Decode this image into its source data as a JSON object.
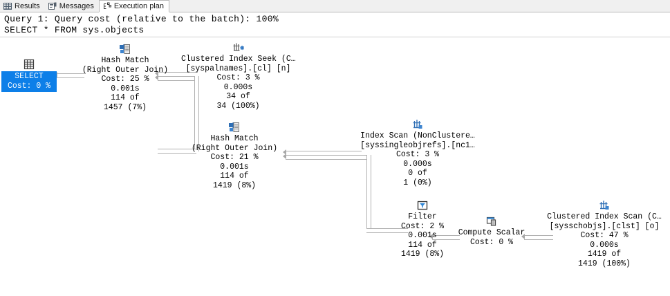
{
  "tabs": [
    {
      "label": "Results",
      "icon": "grid-icon",
      "active": false
    },
    {
      "label": "Messages",
      "icon": "messages-icon",
      "active": false
    },
    {
      "label": "Execution plan",
      "icon": "execution-plan-icon",
      "active": true
    }
  ],
  "query_header": {
    "line1": "Query 1: Query cost (relative to the batch): 100%",
    "line2": "SELECT * FROM sys.objects"
  },
  "colors": {
    "selection": "#0d7fe8",
    "connector": "#a8a8a8",
    "icon_blue": "#2f6fb5",
    "tab_bar": "#f0f0f0"
  },
  "nodes": {
    "select": {
      "icon": "select-result-icon",
      "title": "SELECT",
      "cost": "Cost: 0 %",
      "subtext": "",
      "rows_actual": "",
      "rows_estimated": "",
      "duration": "",
      "selected": true
    },
    "hash_match_1": {
      "icon": "hash-match-icon",
      "title": "Hash Match",
      "subtitle": "(Right Outer Join)",
      "cost": "Cost: 25 %",
      "duration": "0.001s",
      "rows_actual": "114 of",
      "rows_estimated": "1457 (7%)"
    },
    "clustered_index_seek": {
      "icon": "clustered-index-seek-icon",
      "title": "Clustered Index Seek (C…",
      "subtitle": "[syspalnames].[cl] [n]",
      "cost": "Cost: 3 %",
      "duration": "0.000s",
      "rows_actual": "34 of",
      "rows_estimated": "34 (100%)"
    },
    "hash_match_2": {
      "icon": "hash-match-icon",
      "title": "Hash Match",
      "subtitle": "(Right Outer Join)",
      "cost": "Cost: 21 %",
      "duration": "0.001s",
      "rows_actual": "114 of",
      "rows_estimated": "1419 (8%)"
    },
    "index_scan": {
      "icon": "index-scan-icon",
      "title": "Index Scan (NonClustere…",
      "subtitle": "[syssingleobjrefs].[nc1…",
      "cost": "Cost: 3 %",
      "duration": "0.000s",
      "rows_actual": "0 of",
      "rows_estimated": "1 (0%)"
    },
    "filter": {
      "icon": "filter-icon",
      "title": "Filter",
      "cost": "Cost: 2 %",
      "duration": "0.001s",
      "rows_actual": "114 of",
      "rows_estimated": "1419 (8%)"
    },
    "compute_scalar": {
      "icon": "compute-scalar-icon",
      "title": "Compute Scalar",
      "cost": "Cost: 0 %"
    },
    "clustered_index_scan": {
      "icon": "clustered-index-scan-icon",
      "title": "Clustered Index Scan (C…",
      "subtitle": "[sysschobjs].[clst] [o]",
      "cost": "Cost: 47 %",
      "duration": "0.000s",
      "rows_actual": "1419 of",
      "rows_estimated": "1419 (100%)"
    }
  }
}
